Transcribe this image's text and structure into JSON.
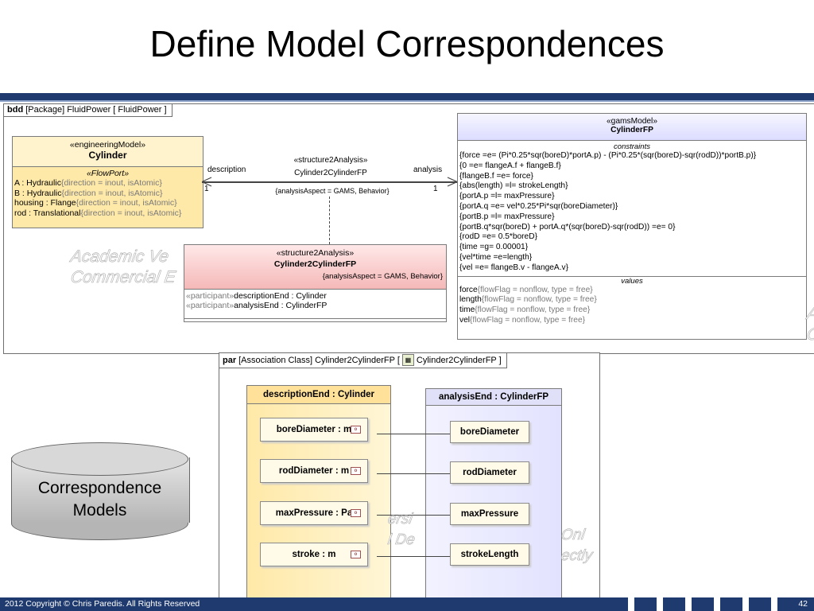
{
  "slide": {
    "title": "Define Model Correspondences",
    "footer_copyright": "2012 Copyright © Chris Paredis. All Rights Reserved",
    "page_number": "42",
    "colors": {
      "footer_bar": "#1f3a6e",
      "engineering_block": "#ffe9a8",
      "structure_block": "#f7c6c6",
      "gams_block": "#e8e8ff"
    }
  },
  "bdd": {
    "tab_kind": "bdd",
    "tab_rest": "[Package] FluidPower [ FluidPower ]",
    "cylinder": {
      "stereotype": "«engineeringModel»",
      "name": "Cylinder",
      "port_stereotype": "«FlowPort»",
      "ports": [
        {
          "name": "A : Hydraulic",
          "props": "{direction = inout, isAtomic}"
        },
        {
          "name": "B : Hydraulic",
          "props": "{direction = inout, isAtomic}"
        },
        {
          "name": "housing : Flange",
          "props": "{direction = inout, isAtomic}"
        },
        {
          "name": "rod : Translational",
          "props": "{direction = inout, isAtomic}"
        }
      ]
    },
    "association": {
      "stereotype": "«structure2Analysis»",
      "name": "Cylinder2CylinderFP",
      "tagged": "{analysisAspect = GAMS, Behavior}",
      "left_role": "description",
      "right_role": "analysis",
      "left_mult": "1",
      "right_mult": "1"
    },
    "assoc_class": {
      "stereotype": "«structure2Analysis»",
      "name": "Cylinder2CylinderFP",
      "tagged": "{analysisAspect = GAMS, Behavior}",
      "parts": [
        {
          "stereo": "«participant»",
          "name": "descriptionEnd : Cylinder"
        },
        {
          "stereo": "«participant»",
          "name": "analysisEnd : CylinderFP"
        }
      ]
    },
    "gams": {
      "stereotype": "«gamsModel»",
      "name": "CylinderFP",
      "constraints_label": "constraints",
      "constraints": [
        "{force =e= (Pi*0.25*sqr(boreD)*portA.p) - (Pi*0.25*(sqr(boreD)-sqr(rodD))*portB.p)}",
        "{0 =e= flangeA.f + flangeB.f}",
        "{flangeB.f =e= force}",
        "{abs(length) =l= strokeLength}",
        "{portA.p =l= maxPressure}",
        "{portA.q =e= vel*0.25*Pi*sqr(boreDiameter)}",
        "{portB.p =l= maxPressure}",
        "{portB.q*sqr(boreD) + portA.q*(sqr(boreD)-sqr(rodD)) =e= 0}",
        "{rodD =e= 0.5*boreD}",
        "{time =g= 0.00001}",
        "{vel*time =e=length}",
        "{vel =e= flangeB.v - flangeA.v}"
      ],
      "values_label": "values",
      "values": [
        {
          "name": "force",
          "props": "{flowFlag = nonflow, type = free}"
        },
        {
          "name": "length",
          "props": "{flowFlag = nonflow, type = free}"
        },
        {
          "name": "time",
          "props": "{flowFlag = nonflow, type = free}"
        },
        {
          "name": "vel",
          "props": "{flowFlag = nonflow, type = free}"
        }
      ]
    }
  },
  "par": {
    "tab_kind": "par",
    "tab_rest": "[Association Class] Cylinder2CylinderFP [",
    "tab_name": "Cylinder2CylinderFP ]",
    "left_header": "descriptionEnd : Cylinder",
    "right_header": "analysisEnd : CylinderFP",
    "left_props": [
      "boreDiameter : m",
      "rodDiameter : m",
      "maxPressure : Pa",
      "stroke : m"
    ],
    "right_props": [
      "boreDiameter",
      "rodDiameter",
      "maxPressure",
      "strokeLength"
    ]
  },
  "cylinder_shape": {
    "line1": "Correspondence",
    "line2": "Models"
  },
  "watermarks": [
    "Academic Ve",
    "Commercial E",
    "ersi",
    "l De",
    "Onl",
    "ectly",
    "A",
    "C"
  ]
}
